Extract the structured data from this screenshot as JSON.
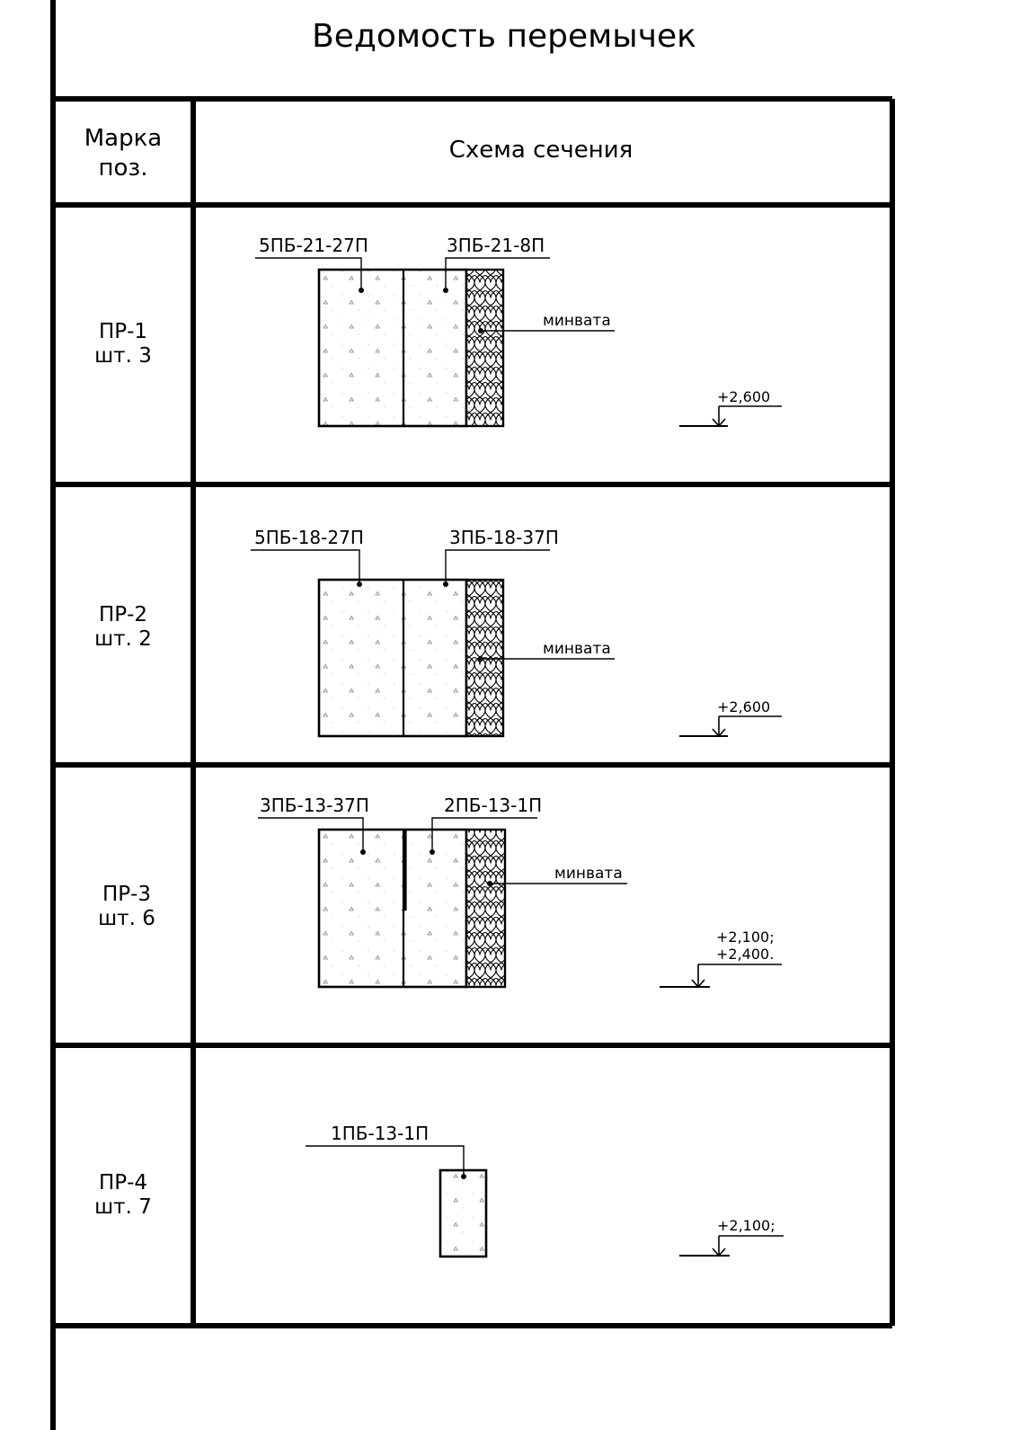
{
  "title": "Ведомость перемычек",
  "table": {
    "col_mark_header": [
      "Марка",
      "поз."
    ],
    "col_scheme_header": "Схема сечения",
    "rows": [
      {
        "mark": "ПР-1",
        "qty": "шт. 3",
        "labels": [
          "5ПБ-21-27П",
          "3ПБ-21-8П"
        ],
        "insulation": "минвата",
        "levels": [
          "+2,600"
        ]
      },
      {
        "mark": "ПР-2",
        "qty": "шт. 2",
        "labels": [
          "5ПБ-18-27П",
          "3ПБ-18-37П"
        ],
        "insulation": "минвата",
        "levels": [
          "+2,600"
        ]
      },
      {
        "mark": "ПР-3",
        "qty": "шт. 6",
        "labels": [
          "3ПБ-13-37П",
          "2ПБ-13-1П"
        ],
        "insulation": "минвата",
        "levels": [
          "+2,100;",
          "+2,400."
        ]
      },
      {
        "mark": "ПР-4",
        "qty": "шт. 7",
        "labels": [
          "1ПБ-13-1П"
        ],
        "insulation": "",
        "levels": [
          "+2,100;"
        ]
      }
    ]
  },
  "colors": {
    "line": "#000000",
    "paper": "#ffffff"
  }
}
